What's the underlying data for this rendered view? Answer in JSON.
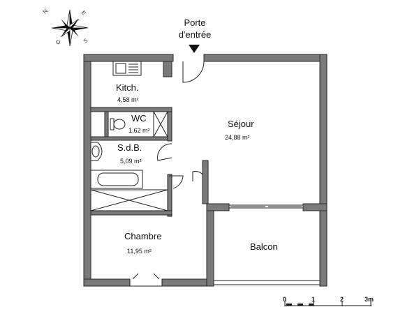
{
  "entrance": {
    "line1": "Porte",
    "line2": "d'entrée"
  },
  "rooms": {
    "kitchen": {
      "name": "Kitch.",
      "area": "4,58 m²"
    },
    "wc": {
      "name": "WC",
      "area": "1,62 m²"
    },
    "bathroom": {
      "name": "S.d.B.",
      "area": "5,09 m²"
    },
    "living": {
      "name": "Séjour",
      "area": "24,88 m²"
    },
    "bedroom": {
      "name": "Chambre",
      "area": "11,95 m²"
    },
    "balcony": {
      "name": "Balcon"
    }
  },
  "compass": {
    "n": "N",
    "e": "E",
    "s": "S",
    "o": "O"
  },
  "scale_bar": {
    "ticks": [
      "0",
      "1",
      "2",
      "3m"
    ]
  },
  "colors": {
    "wall": "#7a7a7a",
    "wall_outline": "#2a2a2a",
    "fixtures": "#222222"
  }
}
